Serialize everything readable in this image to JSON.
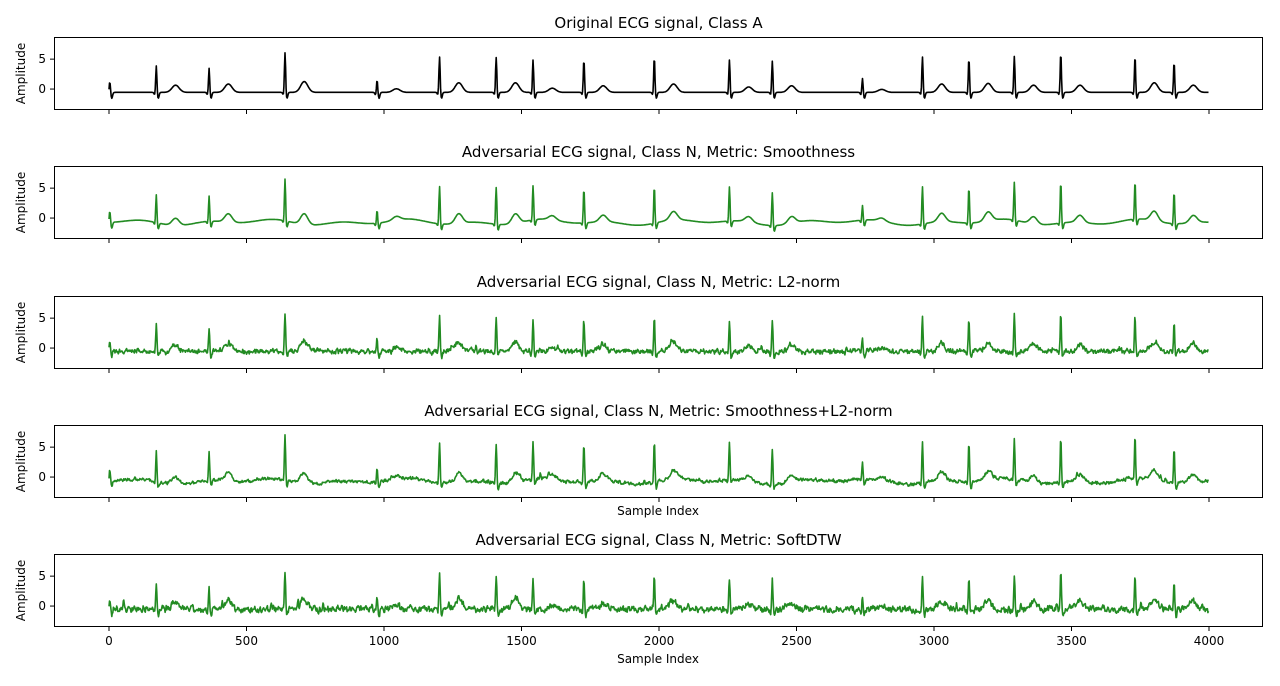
{
  "chart_data": {
    "type": "line",
    "x_range": [
      0,
      4000
    ],
    "x_ticks": [
      0,
      500,
      1000,
      1500,
      2000,
      2500,
      3000,
      3500,
      4000
    ],
    "y_ticks": [
      0,
      5
    ],
    "ylim": [
      -3.5,
      8.7
    ],
    "grid": false,
    "beats": [
      {
        "x": 3,
        "r": 1.8,
        "t": 0
      },
      {
        "x": 172,
        "r": 4.5,
        "t": 1.2
      },
      {
        "x": 364,
        "r": 4.1,
        "t": 1.4
      },
      {
        "x": 640,
        "r": 6.7,
        "t": 1.8
      },
      {
        "x": 975,
        "r": 2.1,
        "t": 0.6
      },
      {
        "x": 1202,
        "r": 6.0,
        "t": 1.6
      },
      {
        "x": 1408,
        "r": 5.9,
        "t": 1.6
      },
      {
        "x": 1542,
        "r": 5.5,
        "t": 0.7
      },
      {
        "x": 1727,
        "r": 5.5,
        "t": 1.1
      },
      {
        "x": 1983,
        "r": 5.9,
        "t": 1.4
      },
      {
        "x": 2256,
        "r": 5.5,
        "t": 0.9
      },
      {
        "x": 2412,
        "r": 5.3,
        "t": 1.1
      },
      {
        "x": 2740,
        "r": 2.4,
        "t": 0.5
      },
      {
        "x": 2958,
        "r": 6.0,
        "t": 1.4
      },
      {
        "x": 3127,
        "r": 5.7,
        "t": 1.5
      },
      {
        "x": 3292,
        "r": 6.1,
        "t": 1.2
      },
      {
        "x": 3461,
        "r": 6.6,
        "t": 1.2
      },
      {
        "x": 3731,
        "r": 6.1,
        "t": 1.6
      },
      {
        "x": 3873,
        "r": 5.1,
        "t": 1.2
      }
    ],
    "panels": [
      {
        "title": "Original ECG signal, Class A",
        "ylabel": "Amplitude",
        "xlabel": "",
        "show_x_ticklabels": false,
        "color": "#000000",
        "variant": "original",
        "peak_scale": 1.0
      },
      {
        "title": "Adversarial ECG signal, Class N, Metric: Smoothness",
        "ylabel": "Amplitude",
        "xlabel": "",
        "show_x_ticklabels": false,
        "color": "#228b22",
        "variant": "smooth",
        "peak_scale": 1.05
      },
      {
        "title": "Adversarial ECG signal, Class N, Metric: L2-norm",
        "ylabel": "Amplitude",
        "xlabel": "",
        "show_x_ticklabels": false,
        "color": "#228b22",
        "variant": "l2",
        "peak_scale": 0.98
      },
      {
        "title": "Adversarial ECG signal, Class N, Metric: Smoothness+L2-norm",
        "ylabel": "Amplitude",
        "xlabel": "Sample Index",
        "show_x_ticklabels": false,
        "color": "#228b22",
        "variant": "smoothl2",
        "peak_scale": 1.15
      },
      {
        "title": "Adversarial ECG signal, Class N, Metric: SoftDTW",
        "ylabel": "Amplitude",
        "xlabel": "Sample Index",
        "show_x_ticklabels": true,
        "color": "#228b22",
        "variant": "softdtw",
        "peak_scale": 0.95
      }
    ]
  }
}
